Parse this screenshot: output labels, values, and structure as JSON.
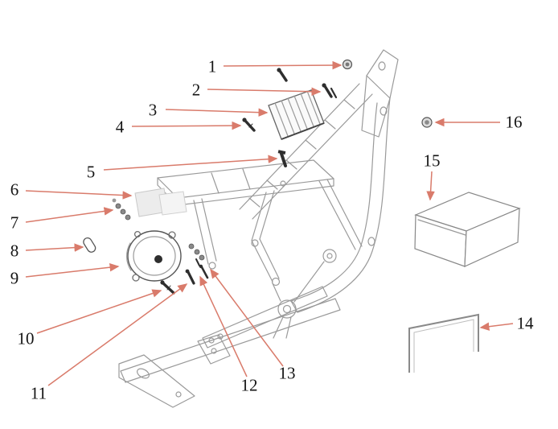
{
  "diagram": {
    "type": "exploded-parts-diagram",
    "callouts": [
      {
        "number": "1"
      },
      {
        "number": "2"
      },
      {
        "number": "3"
      },
      {
        "number": "4"
      },
      {
        "number": "5"
      },
      {
        "number": "6"
      },
      {
        "number": "7"
      },
      {
        "number": "8"
      },
      {
        "number": "9"
      },
      {
        "number": "10"
      },
      {
        "number": "11"
      },
      {
        "number": "12"
      },
      {
        "number": "13"
      },
      {
        "number": "14"
      },
      {
        "number": "15"
      },
      {
        "number": "16"
      }
    ],
    "colors": {
      "leader_line": "#d97b6b",
      "drawing_line": "#9a9a9a",
      "hardware": "#2e2e2e",
      "label_text": "#141414",
      "background": "#ffffff"
    }
  }
}
